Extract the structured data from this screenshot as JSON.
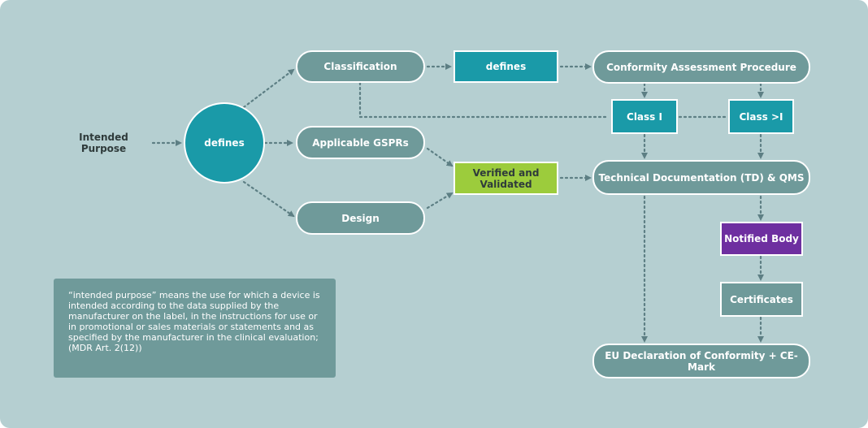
{
  "nodes": {
    "intended_purpose": "Intended Purpose",
    "defines_circle": "defines",
    "classification": "Classification",
    "defines_box": "defines",
    "conformity_assessment": "Conformity Assessment Procedure",
    "class_one": "Class I",
    "class_gt_one": "Class >I",
    "applicable_gsprs": "Applicable GSPRs",
    "design": "Design",
    "verified_validated": "Verified and Validated",
    "technical_documentation": "Technical Documentation (TD) & QMS",
    "notified_body": "Notified Body",
    "certificates": "Certificates",
    "eu_declaration": "EU Declaration of Conformity + CE-Mark"
  },
  "note": {
    "text": "“intended purpose” means the use for which a device is intended according to the data supplied by the manufacturer on the label, in the instructions for use or in promotional or sales materials or statements and as specified by the manufacturer in the clinical evaluation; (MDR Art. 2(12))"
  },
  "colors": {
    "background": "#b5cfd1",
    "pill": "#6f9a9a",
    "teal": "#1a9aa8",
    "green": "#9ccc3c",
    "purple": "#6e2fa0",
    "connector": "#5d7f84"
  }
}
